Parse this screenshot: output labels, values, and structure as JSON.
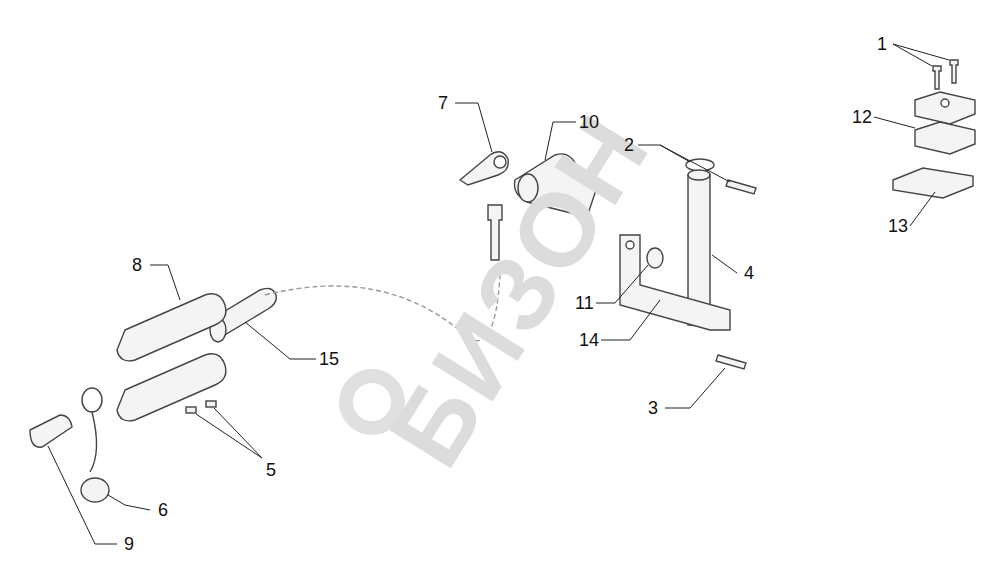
{
  "diagram": {
    "labels": [
      "БИЗОН",
      "1",
      "7",
      "10",
      "2",
      "12",
      "13",
      "8",
      "4",
      "11",
      "14",
      "15",
      "3",
      "5",
      "6",
      "9"
    ]
  }
}
